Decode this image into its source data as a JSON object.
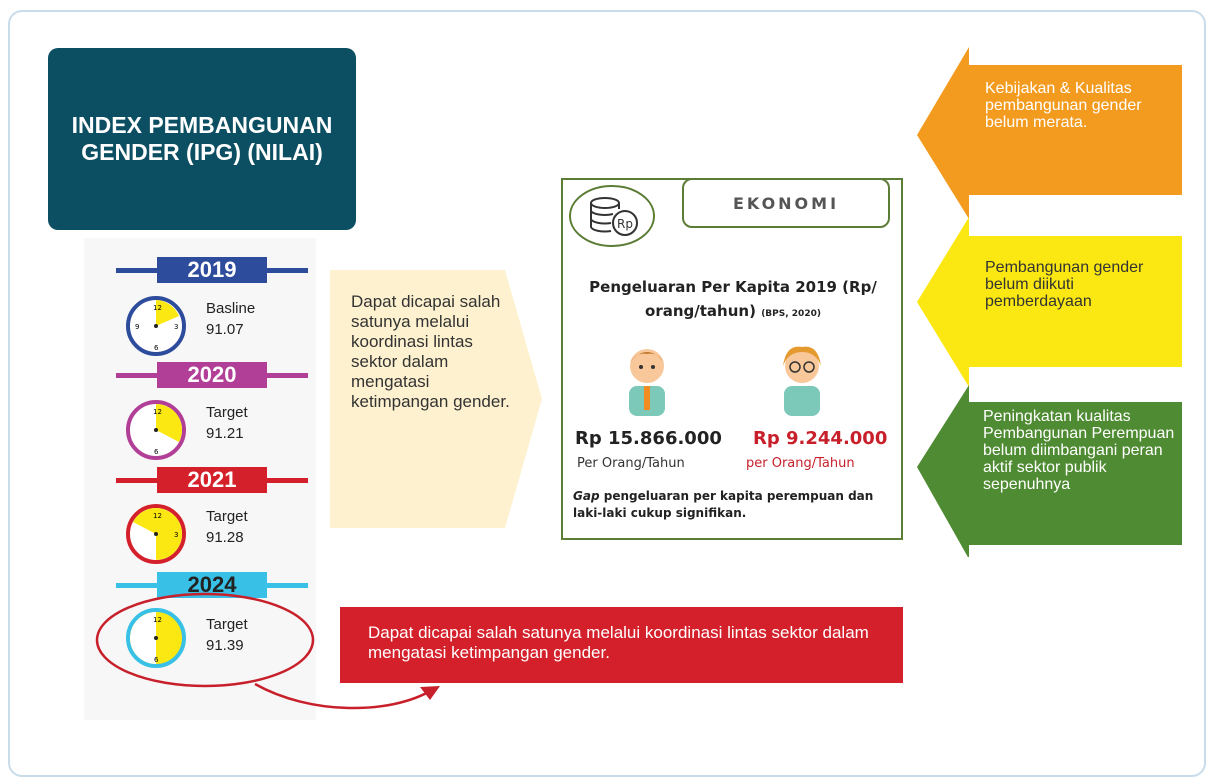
{
  "title": "INDEX PEMBANGUNAN GENDER (IPG) (NILAI)",
  "timeline": [
    {
      "year": "2019",
      "label": "Basline",
      "value": "91.07",
      "color": "#2e4c9c"
    },
    {
      "year": "2020",
      "label": "Target",
      "value": "91.21",
      "color": "#b23f97"
    },
    {
      "year": "2021",
      "label": "Target",
      "value": "91.28",
      "color": "#d4202b"
    },
    {
      "year": "2024",
      "label": "Target",
      "value": "91.39",
      "color": "#38c0e6"
    }
  ],
  "callout_text": "Dapat dicapai salah satunya melalui koordinasi lintas sektor dalam mengatasi ketimpangan gender.",
  "ekonomi": {
    "label": "EKONOMI",
    "subtitle": "Pengeluaran Per Kapita 2019 (Rp/ orang/tahun)",
    "source": "(BPS, 2020)",
    "male_amount": "Rp 15.866.000",
    "male_unit": "Per Orang/Tahun",
    "female_amount": "Rp 9.244.000",
    "female_unit": "per Orang/Tahun",
    "gap_word": "Gap",
    "gap_rest": "pengeluaran per kapita perempuan dan laki-laki cukup signifikan."
  },
  "side_arrows": [
    {
      "text": "Kebijakan & Kualitas pembangunan gender belum merata.",
      "color": "#f39b1f"
    },
    {
      "text": "Pembangunan gender belum diikuti pemberdayaan",
      "color": "#fbe812"
    },
    {
      "text": "Peningkatan kualitas Pembangunan Perempuan belum diimbangani peran aktif sektor publik sepenuhnya",
      "color": "#4f8b32"
    }
  ],
  "bottom_callout": "Dapat dicapai salah satunya melalui koordinasi lintas sektor dalam mengatasi ketimpangan gender.",
  "clock_icon": "clock-icon",
  "coin_icon": "rupiah-coin-icon"
}
